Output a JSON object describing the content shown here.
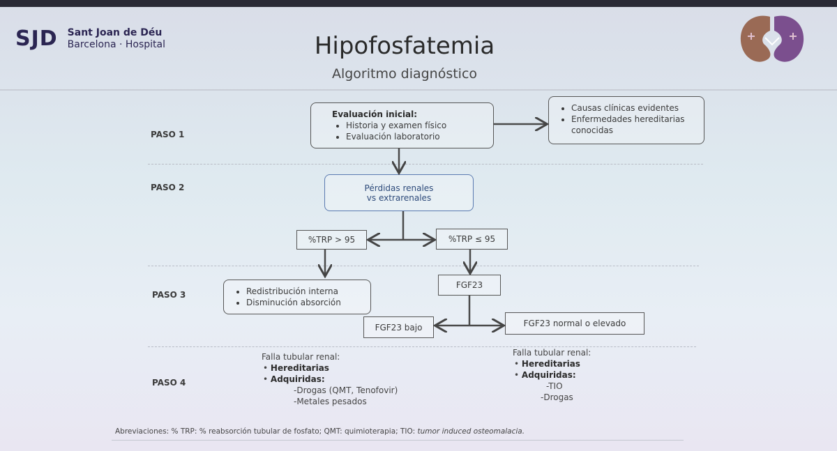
{
  "logo": {
    "mark": "SJD",
    "line1": "Sant Joan de Déu",
    "line2": "Barcelona · Hospital"
  },
  "title": "Hipofosfatemia",
  "subtitle": "Algoritmo diagnóstico",
  "steps": [
    "PASO 1",
    "PASO 2",
    "PASO 3",
    "PASO 4"
  ],
  "initial_eval": {
    "heading": "Evaluación inicial:",
    "items": [
      "Historia y examen físico",
      "Evaluación laboratorio"
    ]
  },
  "clinical_causes": {
    "items": [
      "Causas clínicas evidentes",
      "Enfermedades hereditarias conocidas"
    ]
  },
  "renal_losses": {
    "line1": "Pérdidas renales",
    "line2": "vs extrarenales"
  },
  "trp_high": "%TRP > 95",
  "trp_low": "%TRP ≤ 95",
  "redistribution": {
    "items": [
      "Redistribución interna",
      "Disminución absorción"
    ]
  },
  "fgf23": "FGF23",
  "fgf23_low": "FGF23 bajo",
  "fgf23_high": "FGF23 normal o elevado",
  "left_outcome": {
    "heading": "Falla tubular renal:",
    "her": "Hereditarias",
    "acq": "Adquiridas:",
    "sub1": "-Drogas (QMT, Tenofovir)",
    "sub2": "-Metales pesados"
  },
  "right_outcome": {
    "heading": "Falla tubular renal:",
    "her": "Hereditarias",
    "acq": "Adquiridas:",
    "sub1": "-TIO",
    "sub2": "-Drogas"
  },
  "abbreviations": {
    "text": "Abreviaciones: % TRP: % reabsorción tubular de fosfato; QMT: quimioterapia; TIO:",
    "italic": "tumor induced osteomalacia."
  },
  "colors": {
    "brand": "#2b2552",
    "kidney_left": "#9a6a55",
    "kidney_right": "#7b4f8e",
    "box_blue": "#5a7ab0"
  }
}
